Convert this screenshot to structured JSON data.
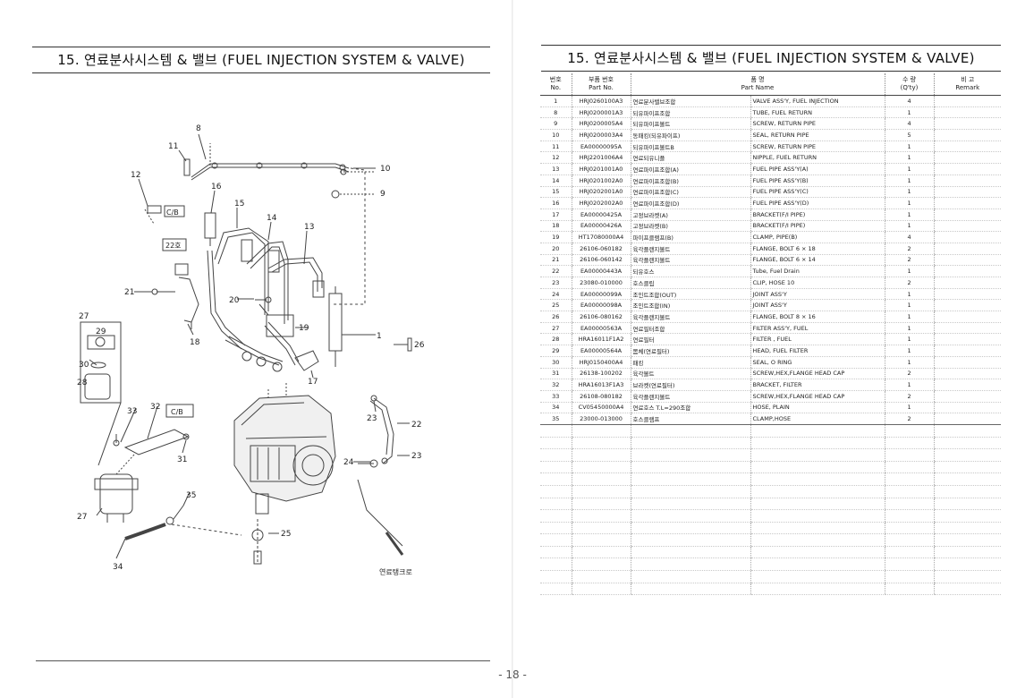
{
  "left_page": {
    "title": "15. 연료분사시스템 & 밸브 (FUEL INJECTION SYSTEM & VALVE)",
    "callouts": {
      "n8": "8",
      "n11": "11",
      "n12": "12",
      "n10": "10",
      "n9": "9",
      "n16": "16",
      "n15": "15",
      "n14": "14",
      "n13": "13",
      "n21": "21",
      "n20": "20",
      "n19": "19",
      "n1": "1",
      "n26": "26",
      "n17": "17",
      "n18": "18",
      "n27a": "27",
      "n29": "29",
      "n30": "30",
      "n28": "28",
      "n33": "33",
      "n32": "32",
      "n31": "31",
      "n35": "35",
      "n27b": "27",
      "n34": "34",
      "n25": "25",
      "n23a": "23",
      "n22": "22",
      "n24": "24",
      "n23b": "23"
    },
    "labels": {
      "cb_top": "C/B",
      "label_22ho": "22호",
      "cb_bottom": "C/B",
      "fuel_tank": "연료탱크로"
    }
  },
  "right_page": {
    "title": "15. 연료분사시스템 & 밸브 (FUEL INJECTION SYSTEM & VALVE)",
    "table": {
      "headers": {
        "no_ko": "번호",
        "no_en": "No.",
        "part_no_ko": "부품 번호",
        "part_no_en": "Part No.",
        "name_ko": "품 명",
        "name_en": "Part Name",
        "qty_ko": "수 량",
        "qty_en": "(Q'ty)",
        "remark_ko": "비 고",
        "remark_en": "Remark"
      },
      "rows": [
        {
          "no": "1",
          "part_no": "HRJ0260100A3",
          "name_ko": "연료분사밸브조합",
          "name_en": "VALVE ASS'Y, FUEL INJECTION",
          "qty": "4"
        },
        {
          "no": "8",
          "part_no": "HRJ0200001A3",
          "name_ko": "되유파이프조합",
          "name_en": "TUBE, FUEL RETURN",
          "qty": "1"
        },
        {
          "no": "9",
          "part_no": "HRJ0200005A4",
          "name_ko": "되유파이프볼트",
          "name_en": "SCREW, RETURN PIPE",
          "qty": "4"
        },
        {
          "no": "10",
          "part_no": "HRJ0200003A4",
          "name_ko": "동패킹(되유파이프)",
          "name_en": "SEAL, RETURN PIPE",
          "qty": "5"
        },
        {
          "no": "11",
          "part_no": "EA00000095A",
          "name_ko": "되유파이프볼트B",
          "name_en": "SCREW, RETURN PIPE",
          "qty": "1"
        },
        {
          "no": "12",
          "part_no": "HRJ2201006A4",
          "name_ko": "연료되유니플",
          "name_en": "NIPPLE, FUEL RETURN",
          "qty": "1"
        },
        {
          "no": "13",
          "part_no": "HRJ0201001A0",
          "name_ko": "연료파이프조합(A)",
          "name_en": "FUEL PIPE ASS'Y(A)",
          "qty": "1"
        },
        {
          "no": "14",
          "part_no": "HRJ0201002A0",
          "name_ko": "연료파이프조합(B)",
          "name_en": "FUEL PIPE ASS'Y(B)",
          "qty": "1"
        },
        {
          "no": "15",
          "part_no": "HRJ0202001A0",
          "name_ko": "연료파이프조합(C)",
          "name_en": "FUEL PIPE ASS'Y(C)",
          "qty": "1"
        },
        {
          "no": "16",
          "part_no": "HRJ0202002A0",
          "name_ko": "연료파이프조합(D)",
          "name_en": "FUEL PIPE ASS'Y(D)",
          "qty": "1"
        },
        {
          "no": "17",
          "part_no": "EA00000425A",
          "name_ko": "고정브라켓(A)",
          "name_en": "BRACKET(F/I PIPE)",
          "qty": "1"
        },
        {
          "no": "18",
          "part_no": "EA00000426A",
          "name_ko": "고정브라켓(B)",
          "name_en": "BRACKET(F/I PIPE)",
          "qty": "1"
        },
        {
          "no": "19",
          "part_no": "HT17080000A4",
          "name_ko": "파이프클램프(B)",
          "name_en": "CLAMP, PIPE(B)",
          "qty": "4"
        },
        {
          "no": "20",
          "part_no": "26106-060182",
          "name_ko": "육각플랜지볼트",
          "name_en": "FLANGE, BOLT 6 × 18",
          "qty": "2"
        },
        {
          "no": "21",
          "part_no": "26106-060142",
          "name_ko": "육각플랜지볼트",
          "name_en": "FLANGE, BOLT 6 × 14",
          "qty": "2"
        },
        {
          "no": "22",
          "part_no": "EA00000443A",
          "name_ko": "되유호스",
          "name_en": "Tube, Fuel Drain",
          "qty": "1"
        },
        {
          "no": "23",
          "part_no": "23080-010000",
          "name_ko": "호스클립",
          "name_en": "CLIP, HOSE 10",
          "qty": "2"
        },
        {
          "no": "24",
          "part_no": "EA00000099A",
          "name_ko": "조인트조합(OUT)",
          "name_en": "JOINT ASS'Y",
          "qty": "1"
        },
        {
          "no": "25",
          "part_no": "EA00000098A",
          "name_ko": "조인트조합(IN)",
          "name_en": "JOINT ASS'Y",
          "qty": "1"
        },
        {
          "no": "26",
          "part_no": "26106-080162",
          "name_ko": "육각플랜지볼트",
          "name_en": "FLANGE, BOLT 8 × 16",
          "qty": "1"
        },
        {
          "no": "27",
          "part_no": "EA00000563A",
          "name_ko": "연료필터조합",
          "name_en": "FILTER ASS'Y, FUEL",
          "qty": "1"
        },
        {
          "no": "28",
          "part_no": "HRA16011F1A2",
          "name_ko": "연료필터",
          "name_en": "FILTER , FUEL",
          "qty": "1"
        },
        {
          "no": "29",
          "part_no": "EA00000564A",
          "name_ko": "몸체(연료필터)",
          "name_en": "HEAD, FUEL FILTER",
          "qty": "1"
        },
        {
          "no": "30",
          "part_no": "HRJ0150400A4",
          "name_ko": "패킹",
          "name_en": "SEAL, O RING",
          "qty": "1"
        },
        {
          "no": "31",
          "part_no": "26138-100202",
          "name_ko": "육각볼트",
          "name_en": "SCREW,HEX,FLANGE HEAD CAP",
          "qty": "2"
        },
        {
          "no": "32",
          "part_no": "HRA16013F1A3",
          "name_ko": "브라켓(연료필터)",
          "name_en": "BRACKET, FILTER",
          "qty": "1"
        },
        {
          "no": "33",
          "part_no": "26108-080182",
          "name_ko": "육각플랜지볼트",
          "name_en": "SCREW,HEX,FLANGE HEAD CAP",
          "qty": "2"
        },
        {
          "no": "34",
          "part_no": "CV05450000A4",
          "name_ko": "연료호스 T.L=290조합",
          "name_en": "HOSE, PLAIN",
          "qty": "1"
        },
        {
          "no": "35",
          "part_no": "23000-013000",
          "name_ko": "호스클램프",
          "name_en": "CLAMP,HOSE",
          "qty": "2"
        }
      ],
      "empty_rows": 14
    }
  },
  "footer": {
    "page_number": "- 18 -"
  }
}
